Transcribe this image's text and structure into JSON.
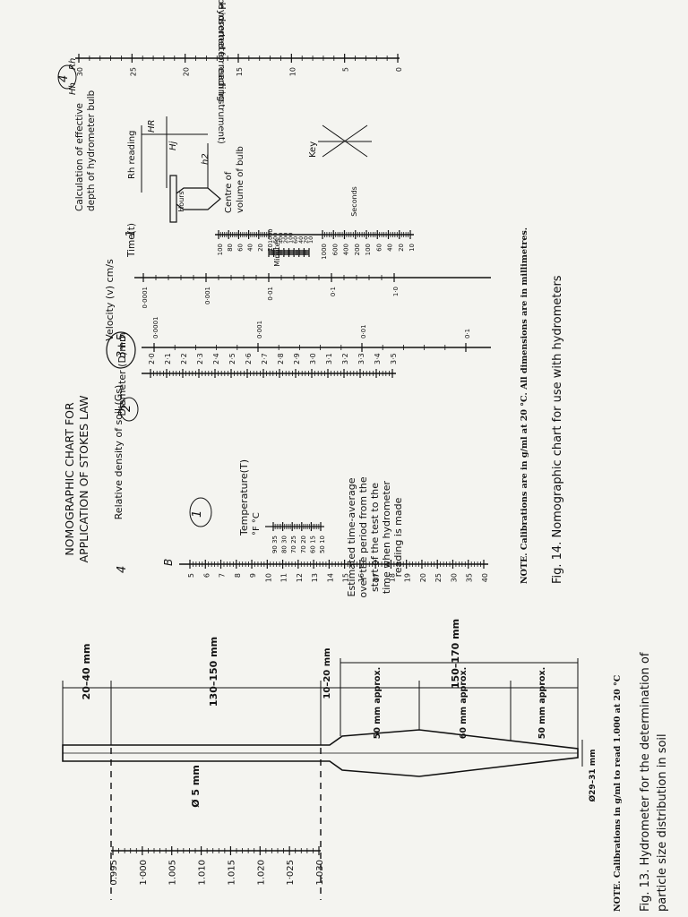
{
  "fig14": {
    "title_line1": "NOMOGRAPHIC CHART FOR",
    "title_line2": "APPLICATION OF STOKES LAW",
    "caption": "Fig. 14. Nomographic chart for use with hydrometers",
    "note": "NOTE. Calibrations are in g/ml at 20 °C. All dimensions are in millimetres.",
    "scales": {
      "b": {
        "label": "B",
        "ticks": [
          "5",
          "6",
          "7",
          "8",
          "9",
          "10",
          "11",
          "12",
          "13",
          "14",
          "15",
          "16",
          "17",
          "18",
          "19",
          "20",
          "25",
          "30",
          "35",
          "40"
        ]
      },
      "temperature": {
        "label": "Temperature(T)",
        "units": "°F  °C",
        "ticks": [
          "90 35",
          "80 30",
          "70 25",
          "70 20",
          "60 15",
          "50 10"
        ]
      },
      "relative_density": {
        "label": "Relative density of soil (Gs)",
        "ticks": [
          "2·0",
          "2·1",
          "2·2",
          "2·3",
          "2·4",
          "2·5",
          "2·6",
          "2·7",
          "2·8",
          "2·9",
          "3·0",
          "3·1",
          "3·2",
          "3·3",
          "3·4",
          "3·5"
        ]
      },
      "diameter": {
        "label": "Diameter (D)mm",
        "ticks": [
          "0·0001",
          "0·001",
          "0·01",
          "0·1"
        ]
      },
      "velocity": {
        "label": "Velocity (v) cm/s",
        "ticks": [
          "0·0001",
          "0·001",
          "0·01",
          "0·1",
          "1·0"
        ]
      },
      "time": {
        "label": "Time(t)",
        "minutes_label": "Minutes",
        "hours_label": "Hours",
        "seconds_label": "Seconds",
        "hours_ticks": [
          "100",
          "80",
          "60",
          "40",
          "20",
          "10"
        ],
        "minutes_ticks": [
          "1000",
          "600",
          "400",
          "200",
          "100",
          "60",
          "40",
          "20",
          "10"
        ],
        "seconds_ticks": [
          "1000",
          "600",
          "400",
          "200",
          "100",
          "60",
          "40",
          "20",
          "10"
        ]
      },
      "hydrometer": {
        "label": "Hydrometer reading",
        "note": "(Calibration to be inserted for each instrument)",
        "hh_label": "Hh",
        "rh_label": "Rh",
        "ticks": [
          "30",
          "25",
          "20",
          "15",
          "10",
          "5",
          "0"
        ]
      }
    },
    "time_average_note": [
      "Estimated time-average",
      "over the period from the",
      "start of the test to the",
      "time when hydrometer",
      "reading is made"
    ],
    "effective_depth": {
      "title_line1": "Calculation of effective",
      "title_line2": "depth of hydrometer bulb",
      "rh_reading": "Rh reading",
      "hr": "HR",
      "hj": "Hj",
      "h2": "h2",
      "centre_line1": "Centre of",
      "centre_line2": "volume of bulb",
      "key": "Key"
    },
    "handwritten": [
      "3+5",
      "2",
      "4",
      "1",
      "1",
      "4"
    ]
  },
  "fig13": {
    "caption_line1": "Fig. 13. Hydrometer for the determination of",
    "caption_line2": "particle size distribution in soil",
    "note": "NOTE. Calibrations in g/ml to read 1.000 at 20 °C",
    "dims": {
      "top": "20–40 mm",
      "stem": "130–150 mm",
      "neck": "10–20 mm",
      "upper": "50 mm approx.",
      "mid": "60 mm approx.",
      "lower": "50 mm approx.",
      "bulb_total": "150–170 mm",
      "stem_dia": "Ø 5 mm",
      "bulb_dia": "Ø29–31 mm"
    },
    "calibration_labels": [
      "0.995",
      "1·000",
      "1.005",
      "1.010",
      "1.015",
      "1.020",
      "1·025",
      "1.030"
    ]
  }
}
